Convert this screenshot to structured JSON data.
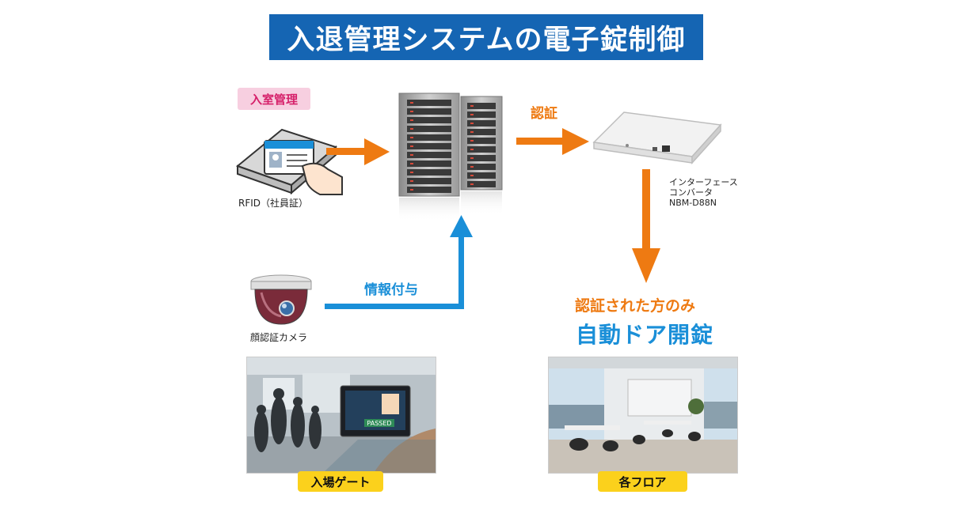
{
  "title": "入退管理システムの電子錠制御",
  "entry_management_tag": "入室管理",
  "rfid_label": "RFID（社員証）",
  "auth_label": "認証",
  "converter": {
    "line1": "インターフェース",
    "line2": "コンバータ",
    "line3": "NBM-D88N"
  },
  "info_label": "情報付与",
  "camera_label": "顔認証カメラ",
  "result_line1": "認証された方のみ",
  "result_line2": "自動ドア開錠",
  "gate_tag": "入場ゲート",
  "floor_tag": "各フロア",
  "passed_text": "PASSED",
  "colors": {
    "title_bg": "#1565b3",
    "orange_arrow": "#ee7a12",
    "blue_arrow": "#1a8fd8",
    "pink_tag_bg": "#f7cfe0",
    "yellow_tag_bg": "#fbd11c"
  }
}
